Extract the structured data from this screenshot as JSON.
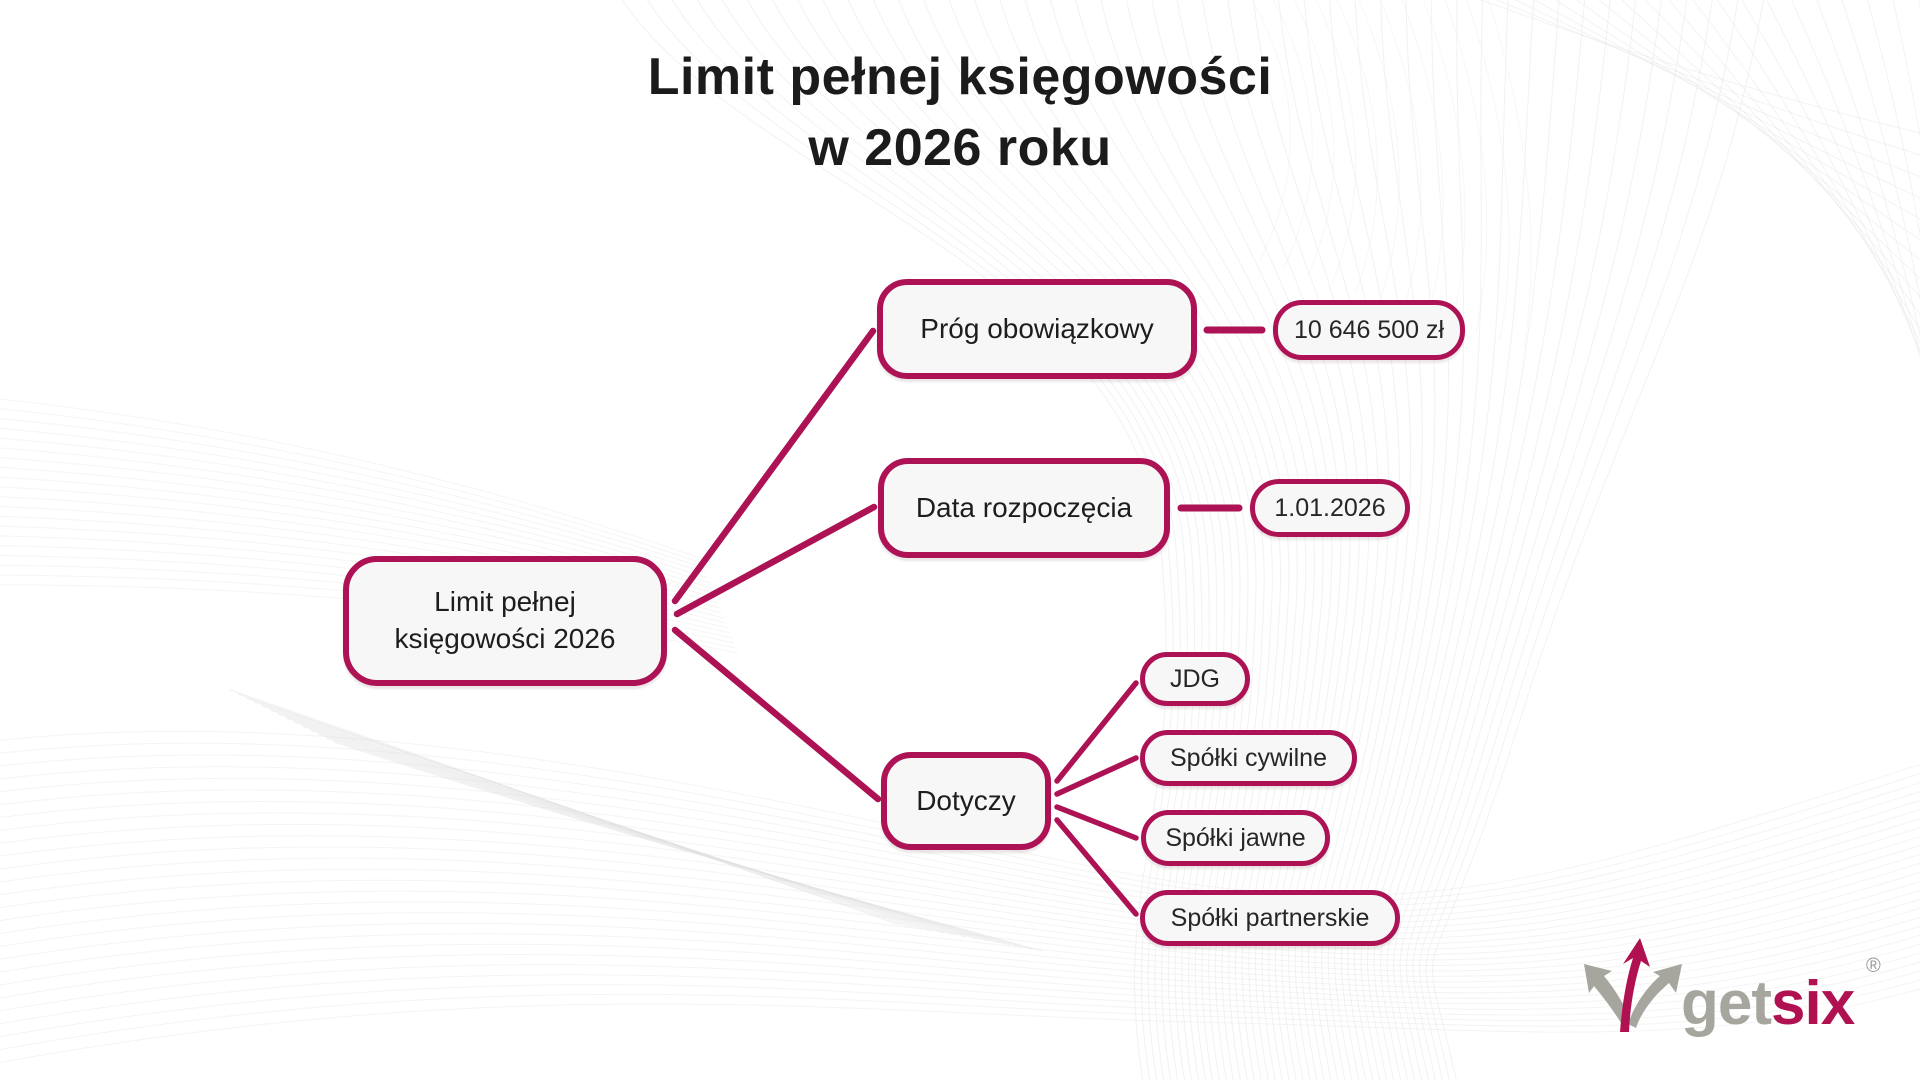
{
  "title": {
    "line1": "Limit pełnej księgowości",
    "line2": "w 2026 roku"
  },
  "diagram": {
    "root": {
      "label_line1": "Limit pełnej",
      "label_line2": "księgowości 2026"
    },
    "branches": [
      {
        "label": "Próg obowiązkowy",
        "value": "10 646 500 zł"
      },
      {
        "label": "Data rozpoczęcia",
        "value": "1.01.2026"
      },
      {
        "label": "Dotyczy",
        "children": [
          "JDG",
          "Spółki cywilne",
          "Spółki jawne",
          "Spółki partnerskie"
        ]
      }
    ]
  },
  "logo": {
    "brand_gray": "get",
    "brand_accent": "six",
    "registered_mark": "®"
  },
  "colors": {
    "accent": "#ac1254",
    "node_fill": "#f7f7f7",
    "text": "#1d1d1d",
    "title_text": "#1b1b1b",
    "logo_gray": "#a6a69e",
    "logo_accent": "#b01150",
    "pattern_line": "#e8e8e8"
  }
}
